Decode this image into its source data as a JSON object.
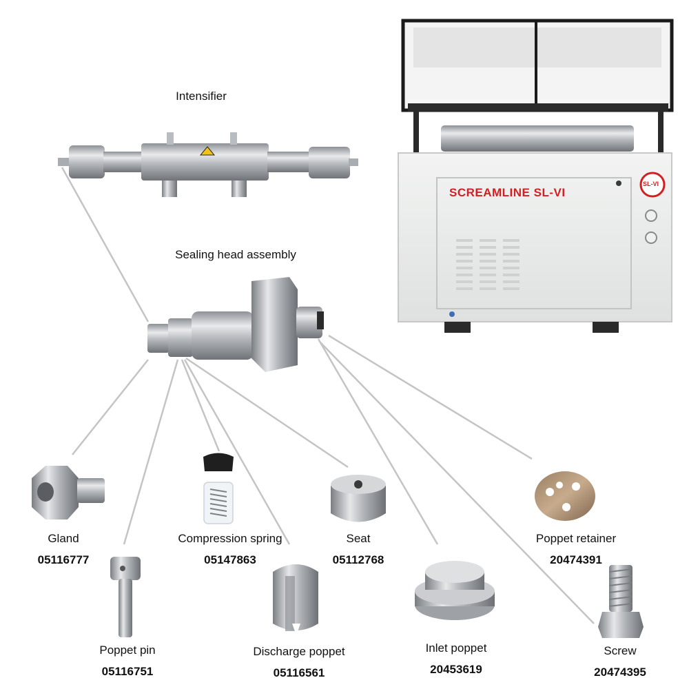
{
  "titles": {
    "intensifier": "Intensifier",
    "sealing_head": "Sealing head assembly"
  },
  "machine": {
    "model_label": "SCREAMLINE SL-VI",
    "badge_label": "SL-VI"
  },
  "parts": [
    {
      "id": "gland",
      "name": "Gland",
      "number": "05116777"
    },
    {
      "id": "poppet-pin",
      "name": "Poppet pin",
      "number": "05116751"
    },
    {
      "id": "compression-spring",
      "name": "Compression spring",
      "number": "05147863"
    },
    {
      "id": "discharge-poppet",
      "name": "Discharge poppet",
      "number": "05116561"
    },
    {
      "id": "seat",
      "name": "Seat",
      "number": "05112768"
    },
    {
      "id": "inlet-poppet",
      "name": "Inlet poppet",
      "number": "20453619"
    },
    {
      "id": "poppet-retainer",
      "name": "Poppet retainer",
      "number": "20474391"
    },
    {
      "id": "screw",
      "name": "Screw",
      "number": "20474395"
    }
  ],
  "colors": {
    "leader_line": "#c4c4c4",
    "machine_body": "#eceeed",
    "machine_label": "#d21f1f",
    "steel": "#b9bcc0"
  }
}
